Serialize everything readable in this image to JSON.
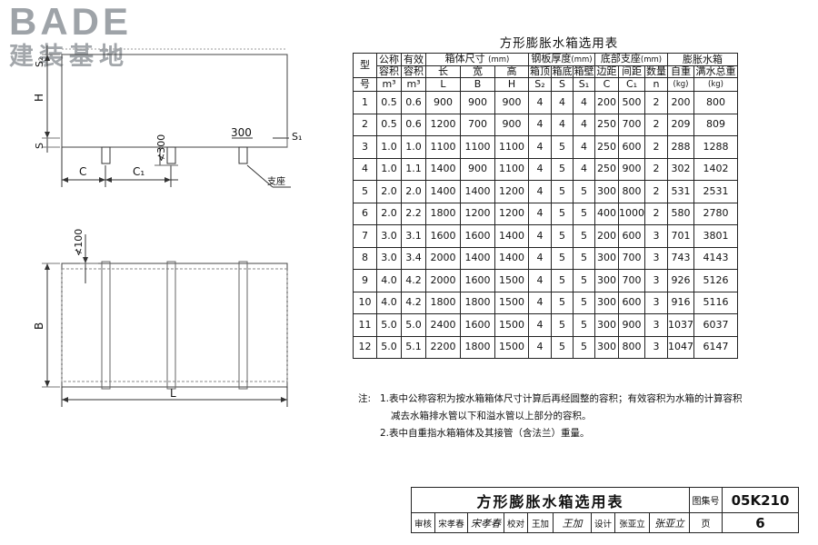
{
  "logo": {
    "brand": "BADE",
    "tagline": "建装基地"
  },
  "drawing": {
    "dims": {
      "s2": "S₂",
      "h": "H",
      "s": "S",
      "c": "C",
      "c1": "C₁",
      "s1": "S₁",
      "support_height": "≮300",
      "support_width": "300",
      "support_label": "支座",
      "edge_clearance": "≮100",
      "b": "B",
      "l": "L"
    }
  },
  "table": {
    "title": "方形膨胀水箱选用表",
    "headers": {
      "type": [
        "型",
        "号"
      ],
      "nominal": [
        "公称",
        "容积",
        "m³"
      ],
      "effective": [
        "有效",
        "容积",
        "m³"
      ],
      "tank_size": "箱体尺寸",
      "tank_size_unit": "(mm)",
      "tank_size_cols": [
        {
          "name": "长",
          "sym": "L"
        },
        {
          "name": "宽",
          "sym": "B"
        },
        {
          "name": "高",
          "sym": "H"
        }
      ],
      "plate": "钢板厚度",
      "plate_unit": "(mm)",
      "plate_cols": [
        {
          "name": "箱顶",
          "sym": "S₂"
        },
        {
          "name": "箱底",
          "sym": "S"
        },
        {
          "name": "箱壁",
          "sym": "S₁"
        }
      ],
      "support": "底部支座",
      "support_unit": "(mm)",
      "support_cols": [
        {
          "name": "边距",
          "sym": "C"
        },
        {
          "name": "间距",
          "sym": "C₁"
        },
        {
          "name": "数量",
          "sym": "n"
        }
      ],
      "tank": "膨胀水箱",
      "tank_cols": [
        {
          "name": "自重",
          "sym": "(kg)"
        },
        {
          "name": "满水总重",
          "sym": "(kg)"
        }
      ]
    },
    "rows": [
      [
        "1",
        "0.5",
        "0.6",
        "900",
        "900",
        "900",
        "4",
        "4",
        "4",
        "200",
        "500",
        "2",
        "200",
        "800"
      ],
      [
        "2",
        "0.5",
        "0.6",
        "1200",
        "700",
        "900",
        "4",
        "4",
        "4",
        "250",
        "700",
        "2",
        "209",
        "809"
      ],
      [
        "3",
        "1.0",
        "1.0",
        "1100",
        "1100",
        "1100",
        "4",
        "5",
        "4",
        "250",
        "600",
        "2",
        "288",
        "1288"
      ],
      [
        "4",
        "1.0",
        "1.1",
        "1400",
        "900",
        "1100",
        "4",
        "5",
        "4",
        "250",
        "900",
        "2",
        "302",
        "1402"
      ],
      [
        "5",
        "2.0",
        "2.0",
        "1400",
        "1400",
        "1200",
        "4",
        "5",
        "5",
        "300",
        "800",
        "2",
        "531",
        "2531"
      ],
      [
        "6",
        "2.0",
        "2.2",
        "1800",
        "1200",
        "1200",
        "4",
        "5",
        "5",
        "400",
        "1000",
        "2",
        "580",
        "2780"
      ],
      [
        "7",
        "3.0",
        "3.1",
        "1600",
        "1600",
        "1400",
        "4",
        "5",
        "5",
        "200",
        "600",
        "3",
        "701",
        "3801"
      ],
      [
        "8",
        "3.0",
        "3.4",
        "2000",
        "1400",
        "1400",
        "4",
        "5",
        "5",
        "300",
        "700",
        "3",
        "743",
        "4143"
      ],
      [
        "9",
        "4.0",
        "4.2",
        "2000",
        "1600",
        "1500",
        "4",
        "5",
        "5",
        "300",
        "700",
        "3",
        "926",
        "5126"
      ],
      [
        "10",
        "4.0",
        "4.2",
        "1800",
        "1800",
        "1500",
        "4",
        "5",
        "5",
        "300",
        "600",
        "3",
        "916",
        "5116"
      ],
      [
        "11",
        "5.0",
        "5.0",
        "2400",
        "1600",
        "1500",
        "4",
        "5",
        "5",
        "300",
        "900",
        "3",
        "1037",
        "6037"
      ],
      [
        "12",
        "5.0",
        "5.1",
        "2200",
        "1800",
        "1500",
        "4",
        "5",
        "5",
        "300",
        "800",
        "3",
        "1047",
        "6147"
      ]
    ]
  },
  "notes": {
    "label": "注:",
    "items": [
      "1.表中公称容积为按水箱箱体尺寸计算后再经圆整的容积；有效容积为水箱的计算容积",
      "减去水箱排水管以下和溢水管以上部分的容积。",
      "2.表中自重指水箱箱体及其接管（含法兰）重量。"
    ]
  },
  "title_block": {
    "title": "方形膨胀水箱选用表",
    "atlas_label": "图集号",
    "atlas_code": "05K210",
    "review_label": "审核",
    "reviewer": "宋孝春",
    "reviewer_sig": "宋孝春",
    "check_label": "校对",
    "checker": "王加",
    "checker_sig": "王加",
    "design_label": "设计",
    "designer": "张亚立",
    "designer_sig": "张亚立",
    "page_label": "页",
    "page": "6"
  }
}
